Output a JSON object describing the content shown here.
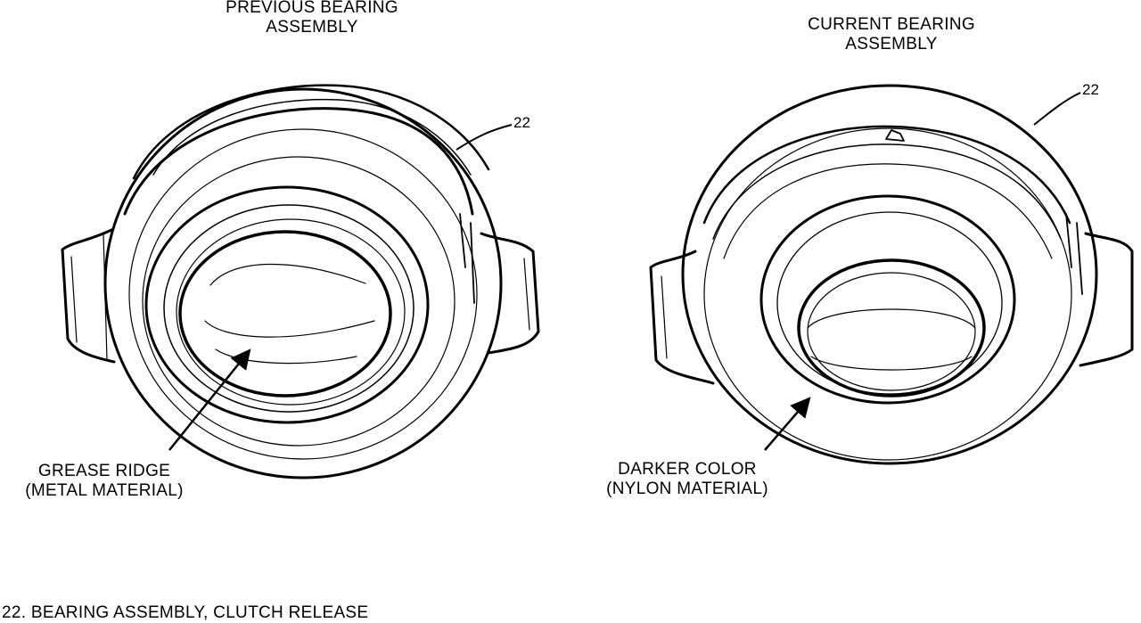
{
  "diagram": {
    "left": {
      "title_line1": "PREVIOUS BEARING",
      "title_line2": "ASSEMBLY",
      "callout_number": "22",
      "caption_line1": "GREASE RIDGE",
      "caption_line2": "(METAL MATERIAL)"
    },
    "right": {
      "title_line1": "CURRENT BEARING",
      "title_line2": "ASSEMBLY",
      "callout_number": "22",
      "caption_line1": "DARKER COLOR",
      "caption_line2": "(NYLON MATERIAL)"
    },
    "legend": "22. BEARING ASSEMBLY, CLUTCH RELEASE"
  }
}
